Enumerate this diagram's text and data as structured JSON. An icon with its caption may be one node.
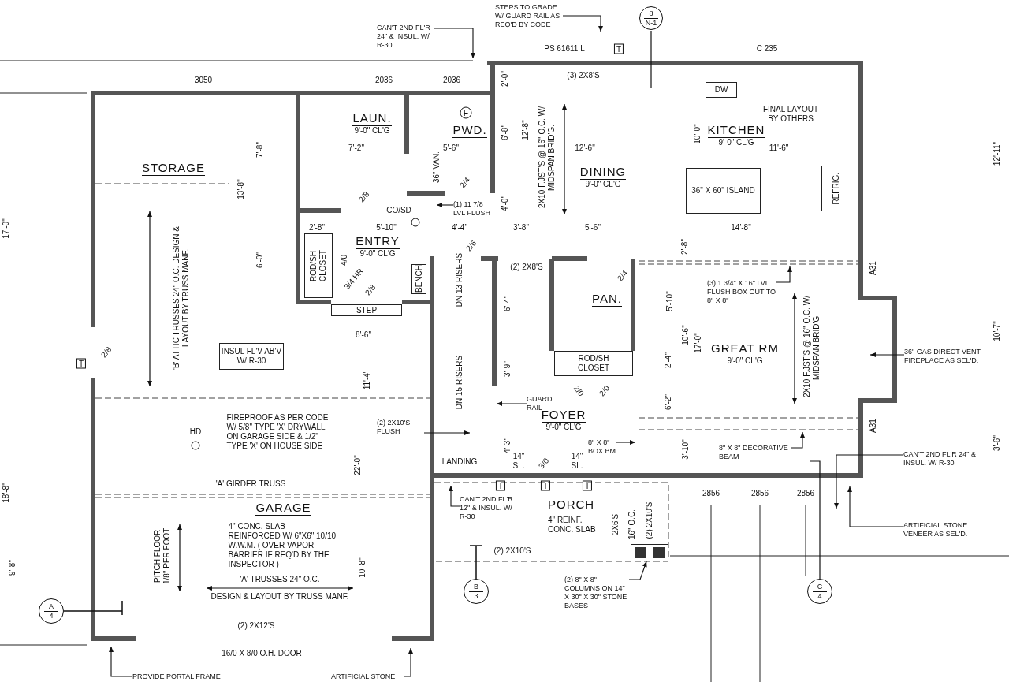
{
  "diagram": {
    "nodes": [
      {
        "text": [
          "LAUN.",
          "9'-0\" CL'G"
        ]
      },
      {
        "text": [
          "PWD."
        ]
      },
      {
        "text": [
          "KITCHEN",
          "9'-0\" CL'G"
        ]
      },
      {
        "text": [
          "DW"
        ]
      },
      {
        "text": [
          "STORAGE"
        ]
      },
      {
        "text": [
          "DINING",
          "9'-0\" CL'G"
        ]
      },
      {
        "text": [
          "36\" X 60\" ISLAND"
        ]
      },
      {
        "text": [
          "REFRIG."
        ]
      },
      {
        "text": [
          "ENTRY",
          "9'-0\" CL'G"
        ]
      },
      {
        "text": [
          "ROD/SH",
          "CLOSET"
        ]
      },
      {
        "text": [
          "BENCH"
        ]
      },
      {
        "text": [
          "STEP"
        ]
      },
      {
        "text": [
          "PAN."
        ]
      },
      {
        "text": [
          "GREAT RM",
          "9'-0\" CL'G"
        ]
      },
      {
        "text": [
          "ROD/SH",
          "CLOSET"
        ]
      },
      {
        "text": [
          "INSUL FL'V AB'V W/ R-30"
        ]
      },
      {
        "text": [
          "FOYER",
          "9'-0\" CL'G"
        ]
      },
      {
        "text": [
          "GARAGE",
          "4\" CONC. SLAB REINFORCED W/ 6\"X6\" 10/10 W.W.M. ( OVER VAPOR BARRIER IF REQ'D BY THE INSPECTOR )"
        ]
      },
      {
        "text": [
          "PORCH",
          "4\" REINF. CONC. SLAB"
        ]
      },
      {
        "text": [
          "8",
          "N-1"
        ]
      },
      {
        "text": [
          "A",
          "4"
        ]
      },
      {
        "text": [
          "B",
          "3"
        ]
      },
      {
        "text": [
          "C",
          "4"
        ]
      },
      {
        "text": [
          "CAN'T 2ND FL'R 24\" & INSUL. W/ R-30"
        ]
      },
      {
        "text": [
          "STEPS TO GRADE W/ GUARD RAIL AS REQ'D BY CODE"
        ]
      },
      {
        "text": [
          "(1) 11 7/8 LVL FLUSH"
        ]
      },
      {
        "text": [
          "(3) 1 3/4\" X 16\" LVL FLUSH BOX OUT TO 8\" X 8\""
        ]
      },
      {
        "text": [
          "36\" GAS DIRECT VENT FIREPLACE AS SEL'D."
        ]
      },
      {
        "text": [
          "GUARD RAIL"
        ]
      },
      {
        "text": [
          "(2) 2X10'S FLUSH"
        ]
      },
      {
        "text": [
          "8\" X 8\" BOX BM"
        ]
      },
      {
        "text": [
          "8\" X 8\" DECORATIVE BEAM"
        ]
      },
      {
        "text": [
          "CAN'T 2ND FL'R 12\" & INSUL. W/ R-30"
        ]
      },
      {
        "text": [
          "CAN'T 2ND FL'R 24\" & INSUL. W/ R-30"
        ]
      },
      {
        "text": [
          "ARTIFICIAL STONE VENEER AS SEL'D."
        ]
      },
      {
        "text": [
          "(2) 8\" X 8\" COLUMNS ON 14\" X 30\" X 30\" STONE BASES"
        ]
      },
      {
        "text": [
          "PROVIDE PORTAL FRAME"
        ]
      },
      {
        "text": [
          "ARTIFICIAL STONE"
        ]
      },
      {
        "text": [],
        "shape": "box"
      }
    ],
    "edges": [
      {
        "from": 23,
        "to": null,
        "arrow": "to"
      },
      {
        "from": 24,
        "to": null,
        "arrow": "to"
      },
      {
        "from": 25,
        "to": null,
        "arrow": "to"
      },
      {
        "from": 26,
        "to": null,
        "arrow": "to"
      },
      {
        "from": 27,
        "to": null,
        "arrow": "to"
      },
      {
        "from": 28,
        "to": null,
        "arrow": "to"
      },
      {
        "from": 29,
        "to": null,
        "arrow": "to"
      },
      {
        "from": 30,
        "to": null,
        "arrow": "to"
      },
      {
        "from": 31,
        "to": null,
        "arrow": "to"
      },
      {
        "from": 32,
        "to": null,
        "arrow": "to"
      },
      {
        "from": 33,
        "to": null,
        "arrow": "to"
      },
      {
        "from": 34,
        "to": null,
        "arrow": "to"
      },
      {
        "from": 35,
        "to": 38,
        "arrow": "to"
      },
      {
        "from": 36,
        "to": null,
        "arrow": "to"
      },
      {
        "from": 37,
        "to": null,
        "arrow": "to"
      }
    ],
    "labels": [
      "PS 61611 L",
      "T",
      "C 235",
      "3050",
      "2036",
      "2036",
      "(3) 2X8'S",
      "F",
      "2'-0\"",
      "7'-8\"",
      "7'-2\"",
      "5'-6\"",
      "6'-8\"",
      "12'-8\"",
      "2X10 F.JST'S @ 16\" O.C. W/ MIDSPAN BRID'G.",
      "12'-6\"",
      "10'-0\"",
      "11'-6\"",
      "FINAL LAYOUT BY OTHERS",
      "12'-11\"",
      "17'-0\"",
      "13'-8\"",
      "36\" VAN.",
      "2/8",
      "2/4",
      "CO/SD",
      "4'-0\"",
      "2'-8\"",
      "5'-10\"",
      "4'-4\"",
      "3'-8\"",
      "5'-6\"",
      "14'-8\"",
      "6'-0\"",
      "4/0",
      "3/4 HR",
      "2/8",
      "2/6",
      "DN 13 RISERS",
      "(2) 2X8'S",
      "2'-8\"",
      "A31",
      "'B' ATTIC TRUSSES 24\" O.C. DESIGN & LAYOUT BY TRUSS MANF.",
      "2/4",
      "6'-4\"",
      "5'-10\"",
      "10'-6\"",
      "17'-0\"",
      "10'-7\"",
      "8'-6\"",
      "T",
      "2/8",
      "11'-4\"",
      "2X10 F.JST'S @ 16\" O.C. W/ MIDSPAN BRID'G.",
      "2'-4\"",
      "3'-9\"",
      "DN 15 RISERS",
      "2/0",
      "2/0",
      "6'-2\"",
      "HD",
      "FIREPROOF AS PER CODE W/ 5/8\" TYPE 'X' DRYWALL ON GARAGE SIDE & 1/2\" TYPE 'X' ON HOUSE SIDE",
      "A31",
      "LANDING",
      "4'-3\"",
      "14\" SL.",
      "3/0",
      "14\" SL.",
      "3'-10\"",
      "3'-6\"",
      "22'-0\"",
      "'A' GIRDER TRUSS",
      "T",
      "T",
      "T",
      "2856",
      "2856",
      "2856",
      "18'-8\"",
      "2X6'S",
      "16\" O.C.",
      "(2) 2X10'S",
      "10'-8\"",
      "PITCH FLOOR 1/8\" PER FOOT",
      "9'-8\"",
      "'A' TRUSSES 24\" O.C.",
      "DESIGN & LAYOUT BY TRUSS MANF.",
      "(2) 2X10'S",
      "(2) 2X12'S",
      "16/0 X 8/0 O.H. DOOR"
    ]
  }
}
